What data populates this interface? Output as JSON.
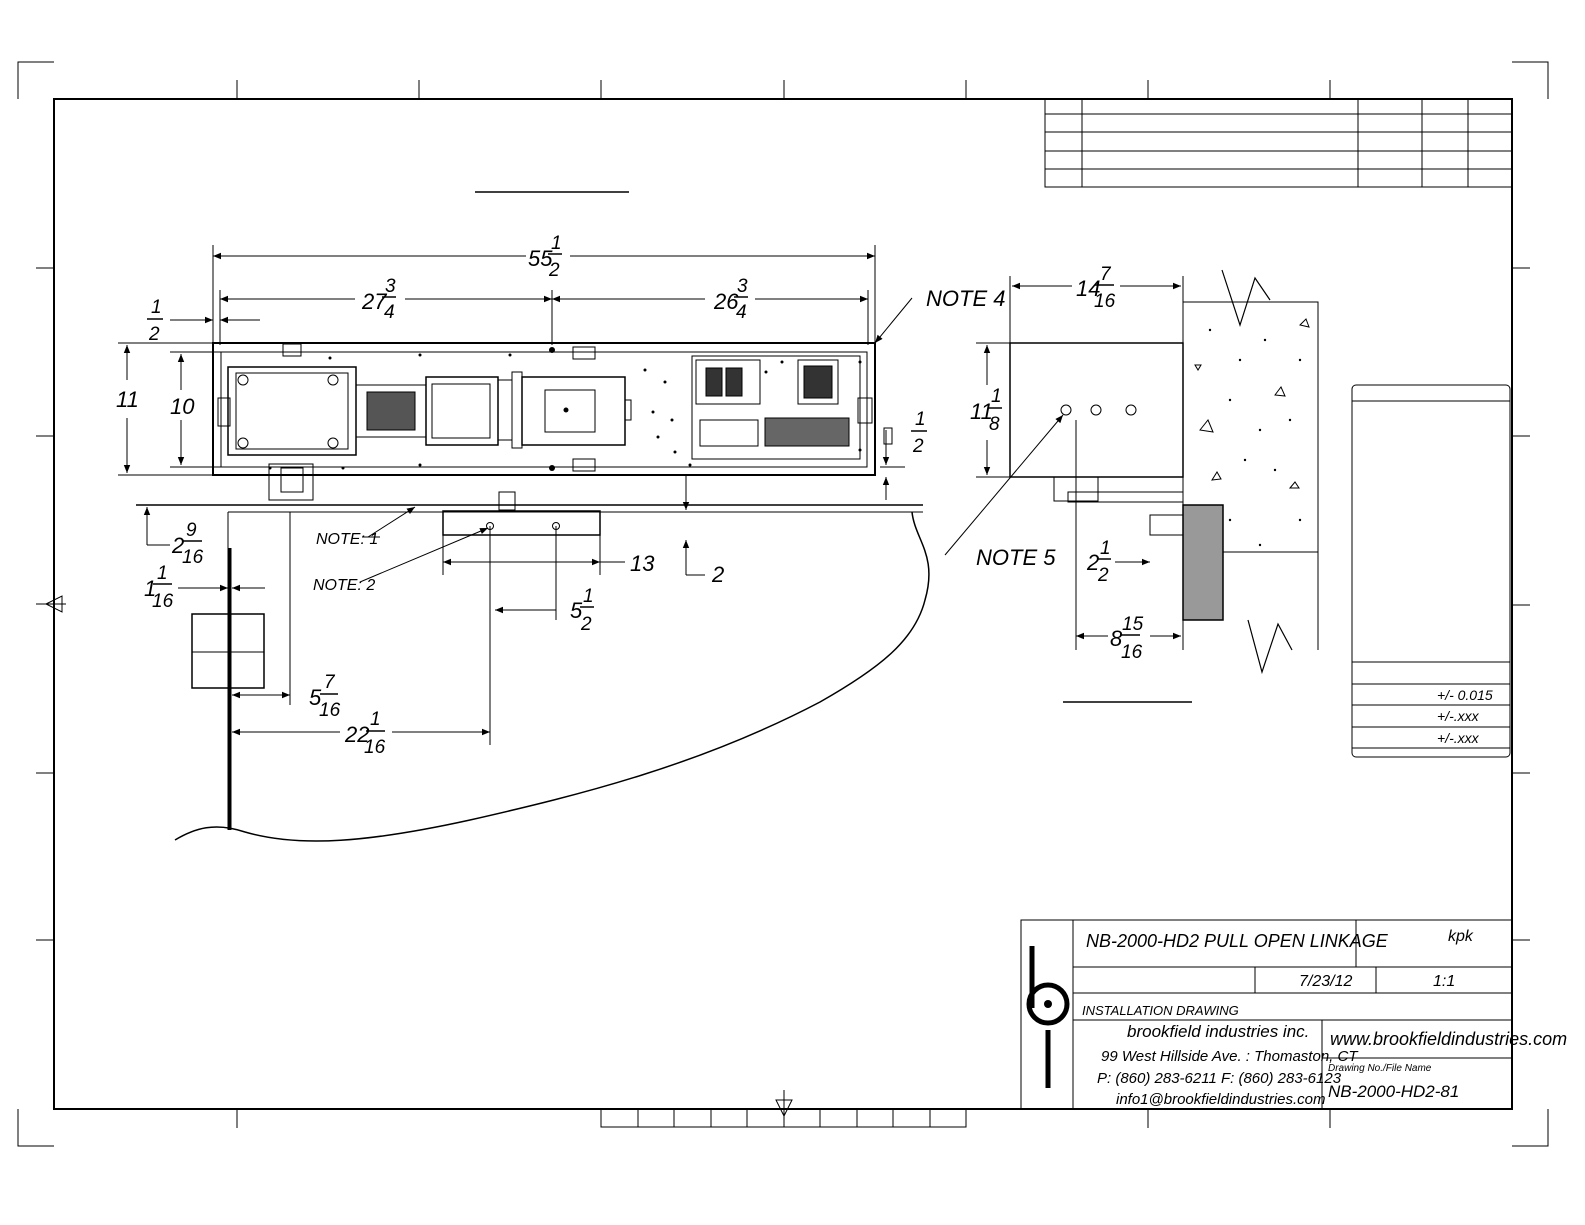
{
  "drawing": {
    "dimensions": {
      "overall_length": {
        "whole": "55",
        "num": "1",
        "den": "2"
      },
      "left_section": {
        "whole": "27",
        "num": "3",
        "den": "4"
      },
      "right_section": {
        "whole": "26",
        "num": "3",
        "den": "4"
      },
      "left_offset": {
        "num": "1",
        "den": "2"
      },
      "right_offset": {
        "num": "1",
        "den": "2"
      },
      "outer_height": "11",
      "inner_height": "10",
      "header_gap": {
        "whole": "2",
        "num": "9",
        "den": "16"
      },
      "door_offset": {
        "whole": "1",
        "num": "1",
        "den": "16"
      },
      "arm_length": "13",
      "arm_drop": "2",
      "pivot_spacing": {
        "whole": "5",
        "num": "1",
        "den": "2"
      },
      "hinge_offset": {
        "whole": "5",
        "num": "7",
        "den": "16"
      },
      "pivot_distance": {
        "whole": "22",
        "num": "1",
        "den": "16"
      },
      "side_width": {
        "whole": "14",
        "num": "7",
        "den": "16"
      },
      "side_height": {
        "whole": "11",
        "num": "1",
        "den": "8"
      },
      "side_hole_offset": {
        "whole": "2",
        "num": "1",
        "den": "2"
      },
      "side_depth": {
        "whole": "8",
        "num": "15",
        "den": "16"
      }
    },
    "notes": {
      "note1": "NOTE: 1",
      "note2": "NOTE: 2",
      "note4": "NOTE 4",
      "note5": "NOTE 5"
    }
  },
  "tolerance_block": {
    "rows": [
      "+/- 0.015",
      "+/-.xxx",
      "+/-.xxx"
    ]
  },
  "title_block": {
    "title": "NB-2000-HD2 PULL OPEN LINKAGE",
    "drawn_by": "kpk",
    "date": "7/23/12",
    "scale": "1:1",
    "drawing_type": "INSTALLATION DRAWING",
    "company": "brookfield industries inc.",
    "address": "99 West Hillside Ave. : Thomaston, CT",
    "phone_fax": "P: (860) 283-6211  F: (860) 283-6123",
    "email": "info1@brookfieldindustries.com",
    "website": "www.brookfieldindustries.com",
    "file_label": "Drawing No./File Name",
    "file_name": "NB-2000-HD2-81"
  }
}
